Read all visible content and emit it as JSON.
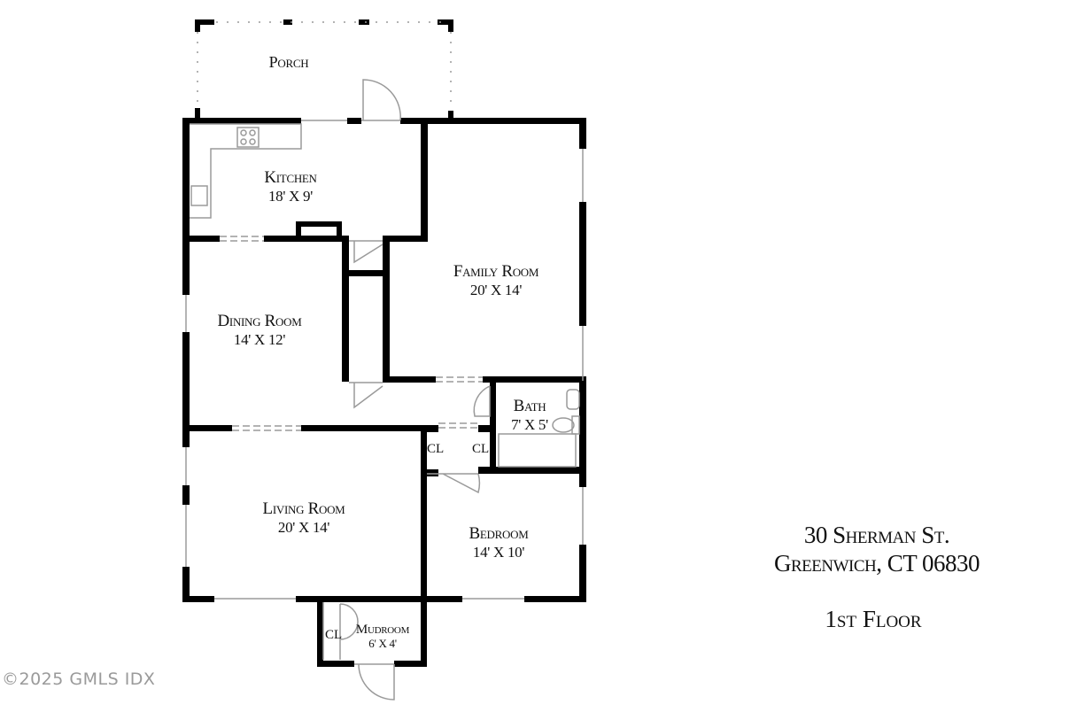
{
  "plan": {
    "floor_label": "1st Floor",
    "address_line1": "30 Sherman St.",
    "address_line2": "Greenwich, CT 06830",
    "copyright": "©2025 GMLS IDX",
    "wall_color": "#000000",
    "window_color": "#9a9a9a",
    "rooms": [
      {
        "name": "Porch",
        "dims": ""
      },
      {
        "name": "Kitchen",
        "dims": "18' X 9'"
      },
      {
        "name": "Family Room",
        "dims": "20' X 14'"
      },
      {
        "name": "Dining Room",
        "dims": "14' X 12'"
      },
      {
        "name": "Bath",
        "dims": "7' X 5'"
      },
      {
        "name": "Living Room",
        "dims": "20' X 14'"
      },
      {
        "name": "Bedroom",
        "dims": "14' X 10'"
      },
      {
        "name": "Mudroom",
        "dims": "6' X 4'"
      }
    ],
    "closets": [
      "CL",
      "CL",
      "CL"
    ]
  }
}
